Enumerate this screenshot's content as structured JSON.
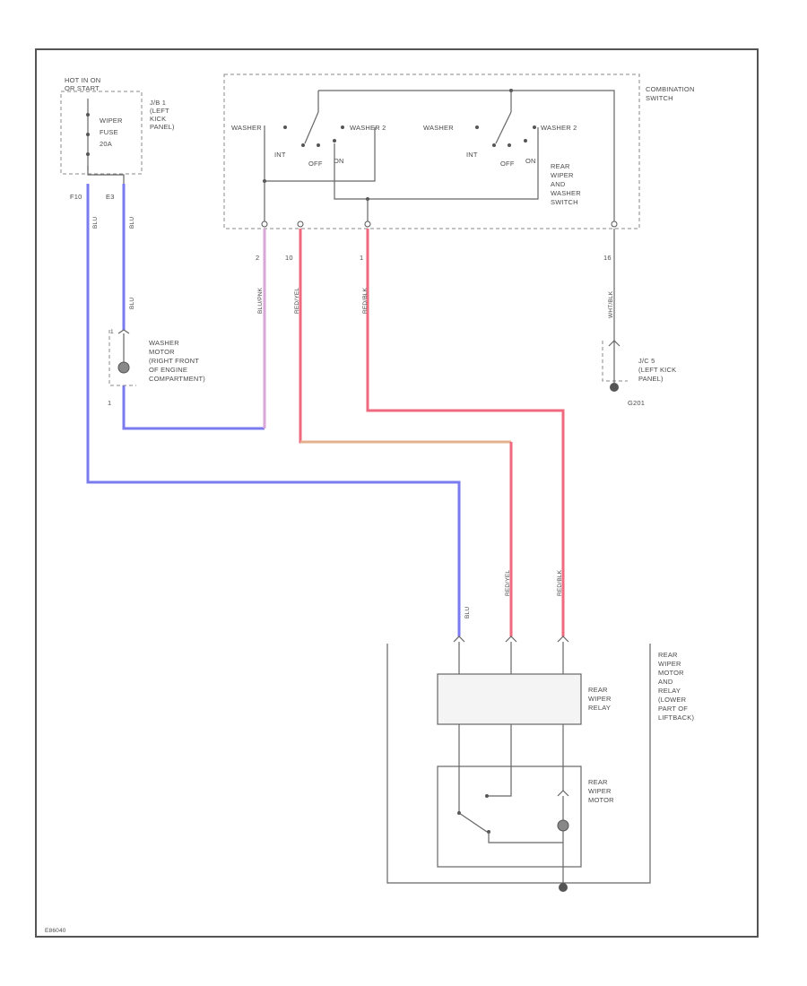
{
  "power_source": {
    "line1": "HOT IN ON",
    "line2": "OR START"
  },
  "jb1": {
    "line1": "J/B 1",
    "line2": "(LEFT",
    "line3": "KICK",
    "line4": "PANEL)"
  },
  "fuse": {
    "line1": "WIPER",
    "line2": "FUSE",
    "line3": "20A"
  },
  "combination_switch": {
    "line1": "COMBINATION",
    "line2": "SWITCH"
  },
  "wiper_switch": {
    "washer": "WASHER",
    "washer2": "WASHER 2",
    "int": "INT",
    "off": "OFF",
    "on": "ON"
  },
  "rear_wiper_washer_switch": {
    "washer": "WASHER",
    "washer2": "WASHER 2",
    "int": "INT",
    "off": "OFF",
    "on": "ON",
    "line1": "REAR",
    "line2": "WIPER",
    "line3": "AND",
    "line4": "WASHER",
    "line5": "SWITCH"
  },
  "washer_motor": {
    "line1": "WASHER",
    "line2": "MOTOR",
    "line3": "(RIGHT FRONT",
    "line4": "OF ENGINE",
    "line5": "COMPARTMENT)"
  },
  "junction_connector": {
    "line1": "J/C 5",
    "line2": "(LEFT KICK",
    "line3": "PANEL)"
  },
  "ground": {
    "id": "G201"
  },
  "rear_wiper_assembly": {
    "line1": "REAR",
    "line2": "WIPER",
    "line3": "MOTOR",
    "line4": "AND",
    "line5": "RELAY",
    "line6": "(LOWER",
    "line7": "PART OF",
    "line8": "LIFTBACK)"
  },
  "relay": {
    "line1": "REAR",
    "line2": "WIPER",
    "line3": "RELAY"
  },
  "rear_motor": {
    "line1": "REAR",
    "line2": "WIPER",
    "line3": "MOTOR"
  },
  "pins": {
    "f10": "F10",
    "e3": "E3",
    "p2": "2",
    "p10": "10",
    "p1": "1",
    "p16": "16",
    "wm1": "1"
  },
  "wires": {
    "blu_left": "BLU",
    "blu_right": "BLU",
    "blu_mid": "BLU",
    "blu_rear": "BLU",
    "blu_pink": "BLU/PNK",
    "red_yel": "RED/YEL",
    "red_blk": "RED/BLK",
    "wht_blk": "WHT/BLK",
    "red_yel_rear": "RED/YEL",
    "red_blk_rear": "RED/BLK"
  },
  "footer": {
    "code": "E86040"
  },
  "colors": {
    "blue": "#7b7bf0",
    "pink": "#d8a6d8",
    "red": "#f06a7e",
    "orange": "#e4b08c",
    "frame": "#555555"
  }
}
